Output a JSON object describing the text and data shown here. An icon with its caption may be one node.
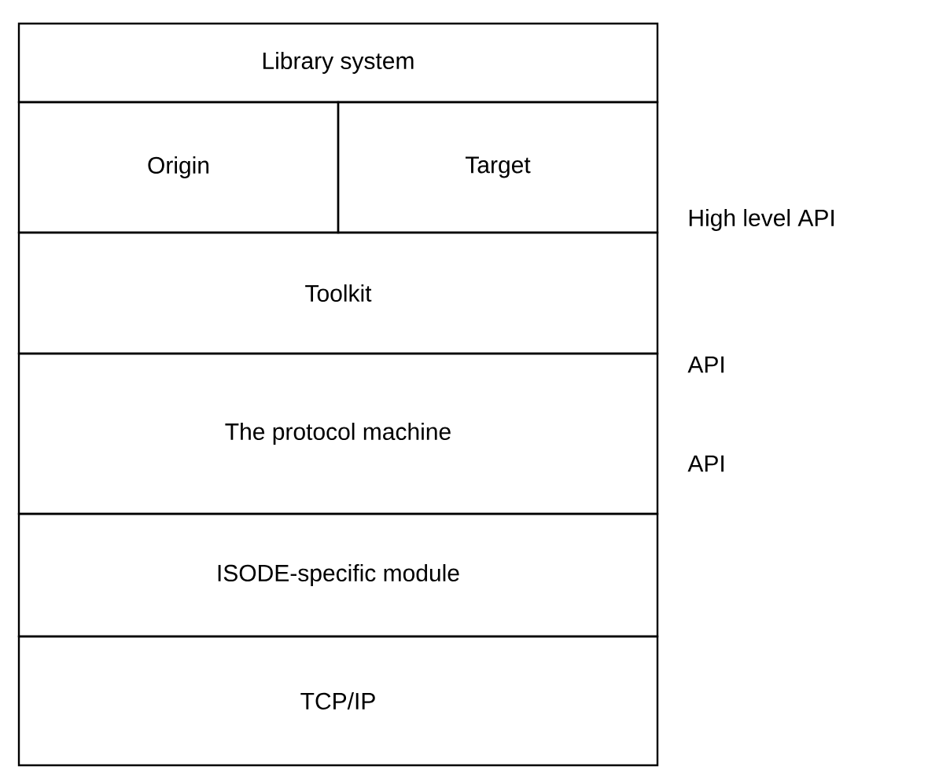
{
  "diagram": {
    "nodes": [
      {
        "text": [
          "Library system"
        ]
      },
      {
        "text": [
          "Origin"
        ]
      },
      {
        "text": [
          "Target"
        ]
      },
      {
        "text": [
          "Toolkit"
        ]
      },
      {
        "text": [
          "The protocol machine"
        ]
      },
      {
        "text": [
          "ISODE-specific module"
        ]
      },
      {
        "text": [
          "TCP/IP"
        ]
      }
    ],
    "edges": [],
    "labels": [
      "High level API",
      "API",
      "API"
    ]
  }
}
